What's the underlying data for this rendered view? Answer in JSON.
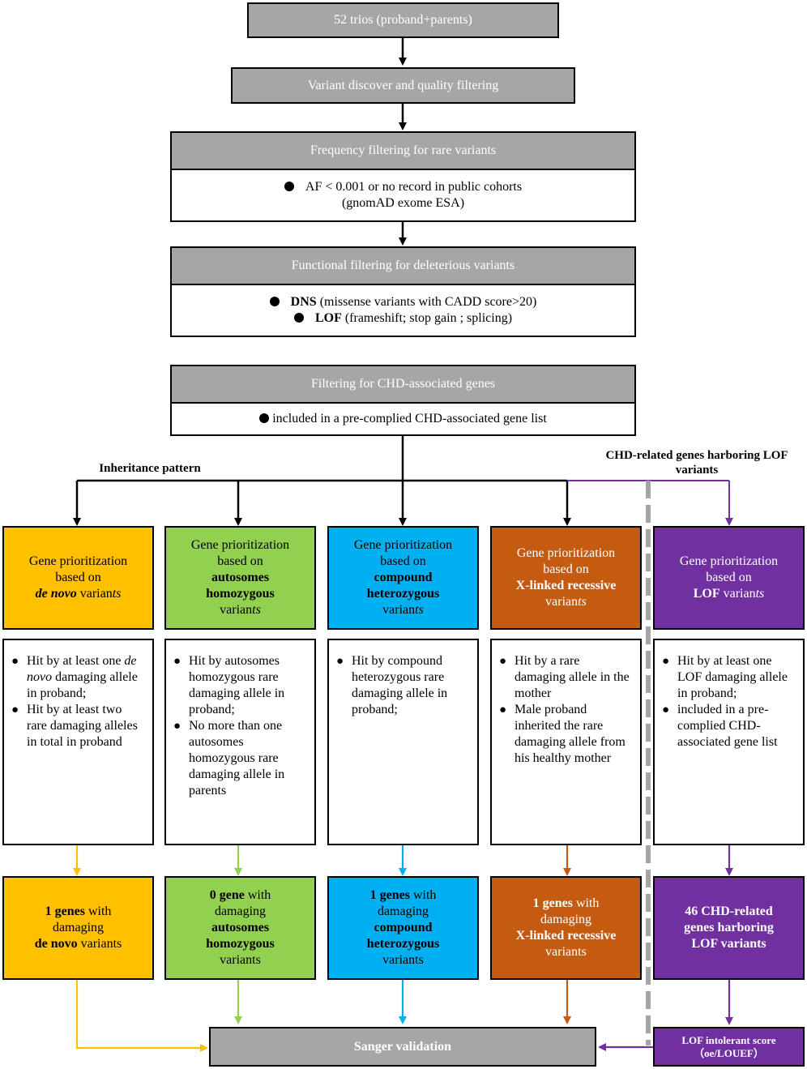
{
  "top": {
    "trios": "52 trios (proband+parents)",
    "variant_discovery": "Variant discover and quality filtering"
  },
  "frequency": {
    "title": "Frequency filtering for rare variants",
    "criterion_line1": "AF < 0.001 or no record in public cohorts",
    "criterion_line2": "(gnomAD exome ESA)"
  },
  "functional": {
    "title": "Functional filtering for deleterious variants",
    "dns_bold": "DNS",
    "dns_text": " (missense variants with CADD score>20)",
    "lof_bold": "LOF",
    "lof_text": " (frameshift; stop gain ; splicing)"
  },
  "chd": {
    "title": "Filtering for CHD-associated genes",
    "criterion": "included in a pre-complied CHD-associated gene list"
  },
  "labels": {
    "inheritance": "Inheritance pattern",
    "lof_branch": "CHD-related genes harboring LOF variants"
  },
  "columns": {
    "denovo": {
      "prio_line1": "Gene prioritization",
      "prio_line2": "based on",
      "prio_bold": "de novo",
      "prio_tail": " varian",
      "prio_tail_italic": "ts",
      "criteria_1a": "Hit by at least one ",
      "criteria_1b": "de novo",
      "criteria_1c": " damaging allele in proband;",
      "criteria_2": "Hit by at least two rare damaging alleles in total in proband",
      "result_bold": "1 genes",
      "result_text1": " with",
      "result_text2": "damaging",
      "result_bold2": "de novo",
      "result_text3": " variants"
    },
    "autosomal": {
      "prio_line1": "Gene prioritization",
      "prio_line2": "based on",
      "prio_bold1": "autosomes",
      "prio_bold2": "homozygous",
      "prio_tail": "varian",
      "prio_tail_italic": "ts",
      "criteria_1": "Hit by autosomes homozygous rare damaging allele in proband;",
      "criteria_2": "No more than one autosomes homozygous rare damaging allele in parents",
      "result_bold": "0 gene",
      "result_text1": " with",
      "result_text2": "damaging",
      "result_bold2": "autosomes",
      "result_bold3": "homozygous",
      "result_text3": "variants"
    },
    "compound": {
      "prio_line1": "Gene prioritization",
      "prio_line2": "based on",
      "prio_bold1": "compound",
      "prio_bold2": "heterozygous",
      "prio_tail": "varian",
      "prio_tail_italic": "ts",
      "criteria_1": "Hit by compound heterozygous rare damaging allele in proband;",
      "result_bold": "1 genes",
      "result_text1": " with",
      "result_text2": "damaging",
      "result_bold2": "compound",
      "result_bold3": "heterozygous",
      "result_text3": "variants"
    },
    "xlinked": {
      "prio_line1": "Gene prioritization",
      "prio_line2": "based on",
      "prio_bold": "X-linked recessive",
      "prio_tail": "varian",
      "prio_tail_italic": "ts",
      "criteria_1": "Hit by a rare damaging allele in the mother",
      "criteria_2": "Male proband inherited the rare damaging allele from his healthy mother",
      "result_bold": "1 genes",
      "result_text1": " with",
      "result_text2": "damaging",
      "result_bold2": "X-linked recessive",
      "result_text3": "variants"
    },
    "lof": {
      "prio_line1": "Gene prioritization",
      "prio_line2": "based on",
      "prio_bold": "LOF",
      "prio_tail": " varian",
      "prio_tail_italic": "ts",
      "criteria_1": "Hit by at least one LOF damaging allele in proband;",
      "criteria_2": "included in a pre-complied CHD-associated gene list",
      "result_line1": "46 CHD-related",
      "result_line2": "genes harboring",
      "result_line3": "LOF variants"
    }
  },
  "bottom": {
    "sanger": "Sanger validation",
    "lof_score_line1": "LOF intolerant score",
    "lof_score_line2": "（oe/LOUEF）"
  },
  "colors": {
    "grey": "#a6a6a6",
    "yellow": "#ffc000",
    "green": "#92d050",
    "blue": "#00b0f0",
    "orange": "#c55a11",
    "purple": "#7030a0",
    "dash": "#a6a6a6"
  }
}
